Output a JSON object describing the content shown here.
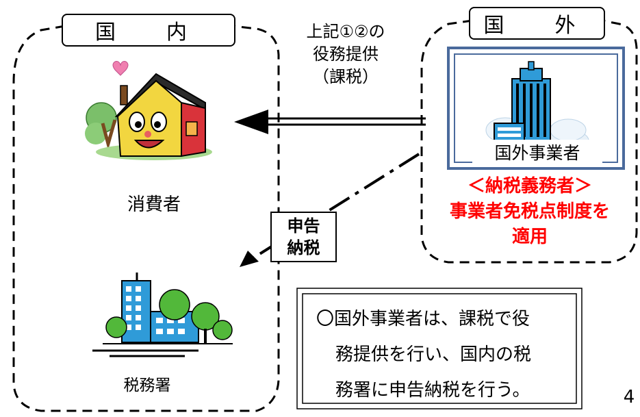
{
  "domestic_label": "国　内",
  "foreign_label": "国　外",
  "service_lines": [
    "上記①②の",
    "役務提供",
    "（課税）"
  ],
  "consumer_label": "消費者",
  "foreign_business_label": "国外事業者",
  "taxpayer_lines": [
    "＜納税義務者＞",
    "事業者免税点制度を",
    "適用"
  ],
  "filing_lines": [
    "申告",
    "納税"
  ],
  "tax_office_label": "税務署",
  "note_lines": [
    "〇国外事業者は、課税で役",
    "務提供を行い、国内の税",
    "務署に申告納税を行う。"
  ],
  "page_number": "4",
  "colors": {
    "taxpayer": "#ff0000",
    "frame_blue": "#4a6a9c"
  }
}
